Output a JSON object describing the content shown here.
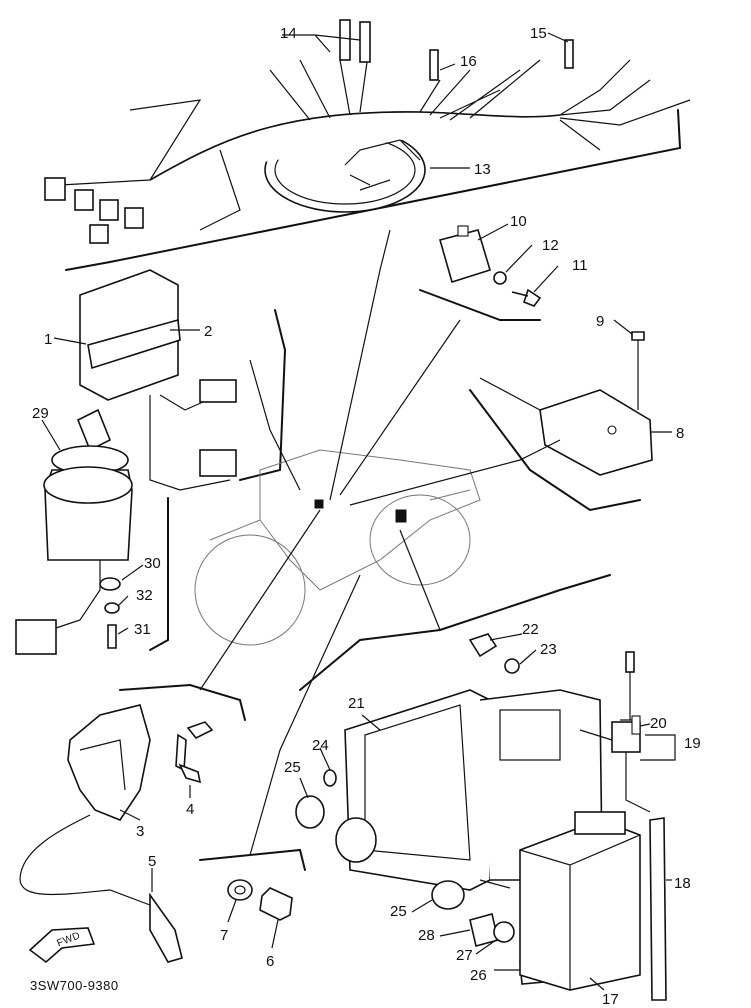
{
  "diagram": {
    "code": "3SW700-9380",
    "fwd": "FWD"
  },
  "callouts": [
    {
      "id": "1",
      "text": "1"
    },
    {
      "id": "2",
      "text": "2"
    },
    {
      "id": "3",
      "text": "3"
    },
    {
      "id": "4",
      "text": "4"
    },
    {
      "id": "5",
      "text": "5"
    },
    {
      "id": "6",
      "text": "6"
    },
    {
      "id": "7",
      "text": "7"
    },
    {
      "id": "8",
      "text": "8"
    },
    {
      "id": "9",
      "text": "9"
    },
    {
      "id": "10",
      "text": "10"
    },
    {
      "id": "11",
      "text": "11"
    },
    {
      "id": "12",
      "text": "12"
    },
    {
      "id": "13",
      "text": "13"
    },
    {
      "id": "14",
      "text": "14"
    },
    {
      "id": "15",
      "text": "15"
    },
    {
      "id": "16",
      "text": "16"
    },
    {
      "id": "17",
      "text": "17"
    },
    {
      "id": "18",
      "text": "18"
    },
    {
      "id": "19",
      "text": "19"
    },
    {
      "id": "20",
      "text": "20"
    },
    {
      "id": "21",
      "text": "21"
    },
    {
      "id": "22",
      "text": "22"
    },
    {
      "id": "23",
      "text": "23"
    },
    {
      "id": "24",
      "text": "24"
    },
    {
      "id": "25a",
      "text": "25"
    },
    {
      "id": "25b",
      "text": "25"
    },
    {
      "id": "26",
      "text": "26"
    },
    {
      "id": "27",
      "text": "27"
    },
    {
      "id": "28",
      "text": "28"
    },
    {
      "id": "29",
      "text": "29"
    },
    {
      "id": "30",
      "text": "30"
    },
    {
      "id": "31",
      "text": "31"
    },
    {
      "id": "32",
      "text": "32"
    }
  ]
}
